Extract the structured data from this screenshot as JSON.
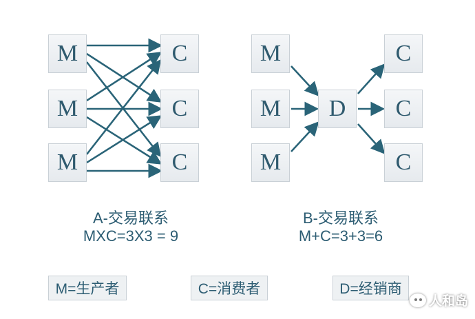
{
  "colors": {
    "arrow": "#2a6478",
    "node_text": "#2f5a6e",
    "caption_text": "#2d5d73"
  },
  "diagram_a": {
    "producers": [
      "M",
      "M",
      "M"
    ],
    "consumers": [
      "C",
      "C",
      "C"
    ],
    "caption_line1": "A-交易联系",
    "caption_line2": "MXC=3X3 = 9"
  },
  "diagram_b": {
    "producers": [
      "M",
      "M",
      "M"
    ],
    "dealer": "D",
    "consumers": [
      "C",
      "C",
      "C"
    ],
    "caption_line1": "B-交易联系",
    "caption_line2": "M+C=3+3=6"
  },
  "legend": {
    "producer": "M=生产者",
    "consumer": "C=消费者",
    "dealer": "D=经销商"
  },
  "watermark": {
    "text": "人和岛",
    "icon": "wechat-icon"
  }
}
